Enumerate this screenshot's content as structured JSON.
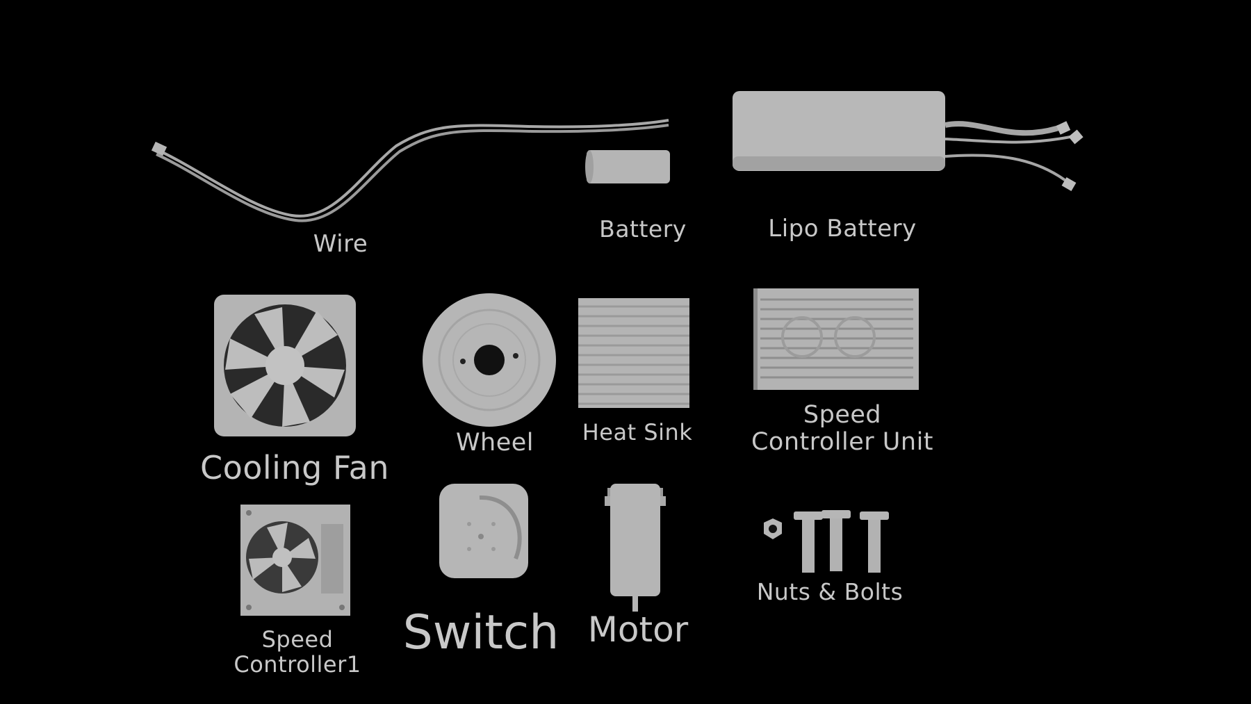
{
  "parts": {
    "wire": "Wire",
    "battery": "Battery",
    "lipo_battery": "Lipo Battery",
    "cooling_fan": "Cooling Fan",
    "wheel": "Wheel",
    "heat_sink": "Heat Sink",
    "speed_controller_unit": [
      "Speed",
      "Controller Unit"
    ],
    "speed_controller_1": [
      "Speed",
      "Controller1"
    ],
    "switch": "Switch",
    "motor": "Motor",
    "nuts_bolts": "Nuts & Bolts"
  },
  "colors": {
    "background": "#000000",
    "object": "#b3b3b3",
    "label": "#c8c8c8"
  }
}
